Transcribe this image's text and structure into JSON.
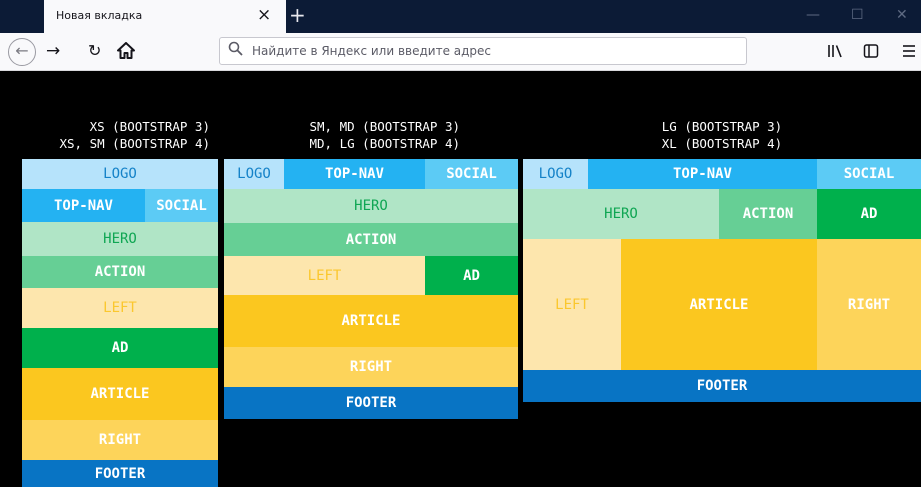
{
  "browser": {
    "tab_title": "Новая вкладка",
    "tab_close": "×",
    "new_tab": "+",
    "window_controls": [
      "—",
      "☐",
      "✕"
    ],
    "url_placeholder": "Найдите в Яндекс или введите адрес",
    "icons": [
      "back-icon",
      "forward-icon",
      "reload-icon",
      "home-icon",
      "search-icon",
      "library-icon",
      "sidebar-icon",
      "menu-icon"
    ]
  },
  "columns": [
    {
      "header": "XS (BOOTSTRAP 3)\nXS, SM (BOOTSTRAP 4)",
      "blocks": {
        "logo": "LOGO",
        "topnav": "TOP-NAV",
        "social": "SOCIAL",
        "hero": "HERO",
        "action": "ACTION",
        "left": "LEFT",
        "ad": "AD",
        "article": "ARTICLE",
        "right": "RIGHT",
        "footer": "FOOTER"
      }
    },
    {
      "header": "SM, MD (BOOTSTRAP 3)\nMD, LG (BOOTSTRAP 4)",
      "blocks": {
        "logo": "LOGO",
        "topnav": "TOP-NAV",
        "social": "SOCIAL",
        "hero": "HERO",
        "action": "ACTION",
        "left": "LEFT",
        "ad": "AD",
        "article": "ARTICLE",
        "right": "RIGHT",
        "footer": "FOOTER"
      }
    },
    {
      "header": "LG (BOOTSTRAP 3)\nXL (BOOTSTRAP 4)",
      "blocks": {
        "logo": "LOGO",
        "topnav": "TOP-NAV",
        "social": "SOCIAL",
        "hero": "HERO",
        "action": "ACTION",
        "left": "LEFT",
        "ad": "AD",
        "article": "ARTICLE",
        "right": "RIGHT",
        "footer": "FOOTER"
      }
    }
  ],
  "colors": {
    "logo": "#b6e3fb",
    "topnav": "#24b2f2",
    "social": "#5ccbf5",
    "hero": "#b0e5c6",
    "action": "#66cf95",
    "left": "#fde6ad",
    "ad": "#00b04c",
    "article": "#fbc71f",
    "right": "#fdd45a",
    "footer": "#0874c4"
  }
}
